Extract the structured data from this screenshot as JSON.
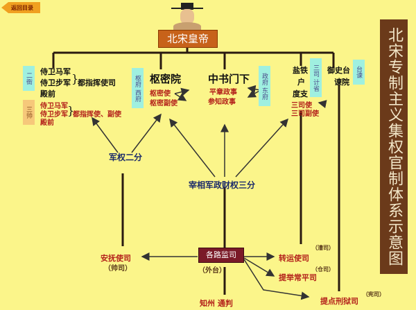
{
  "back_button": "返回目录",
  "emperor": "北宋皇帝",
  "title": "北宋专制主义集权官制体系示意图",
  "left": {
    "erya": "二衙",
    "guards1": [
      "侍卫马军",
      "侍卫步军",
      "殿前"
    ],
    "office1": "都指挥使司",
    "sanshuai": "三帅",
    "guards2": [
      "侍卫马军",
      "侍卫步军",
      "殿前"
    ],
    "office2": "都指挥使、副使"
  },
  "shumi": {
    "box": "枢府 西府",
    "name": "枢密院",
    "posts": [
      "枢密使",
      "枢密副使"
    ]
  },
  "zhongshu": {
    "name": "中书门下",
    "posts": [
      "平章政事",
      "参知政事"
    ],
    "box": "政府 东府"
  },
  "sansi": {
    "items": [
      "盐铁",
      "户",
      "度支"
    ],
    "box": "三司 计省",
    "posts": [
      "三司使",
      "三司副使"
    ]
  },
  "yushi": {
    "items": [
      "御史台",
      "谏院"
    ],
    "box": "台谏"
  },
  "mid": {
    "military": "军权二分",
    "three": "宰相军政财权三分"
  },
  "bottom": {
    "jiansi": "各路监司",
    "waitai": "（外台）",
    "anfu": "安抚使司",
    "shuaisi": "（帅司）",
    "zhuanyun": "转运使司",
    "caosi": "（漕司）",
    "tiju": "提举常平司",
    "cangsi": "（仓司）",
    "tidian": "提点刑狱司",
    "xiansi": "（宪司）",
    "local": "知州  通判"
  }
}
